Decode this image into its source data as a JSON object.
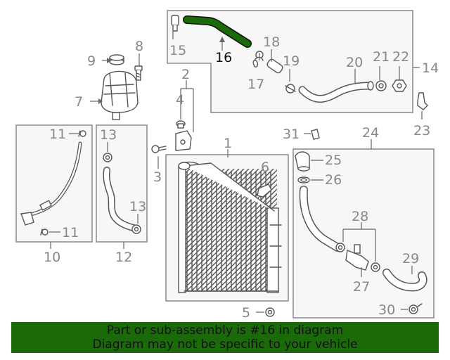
{
  "diagram": {
    "highlight_color": "#1b6a0a",
    "callouts": [
      {
        "id": "1",
        "label": "1"
      },
      {
        "id": "2",
        "label": "2"
      },
      {
        "id": "3",
        "label": "3"
      },
      {
        "id": "4",
        "label": "4"
      },
      {
        "id": "5",
        "label": "5"
      },
      {
        "id": "6",
        "label": "6"
      },
      {
        "id": "7",
        "label": "7"
      },
      {
        "id": "8",
        "label": "8"
      },
      {
        "id": "9",
        "label": "9"
      },
      {
        "id": "10",
        "label": "10"
      },
      {
        "id": "11a",
        "label": "11"
      },
      {
        "id": "11b",
        "label": "11"
      },
      {
        "id": "12",
        "label": "12"
      },
      {
        "id": "13a",
        "label": "13"
      },
      {
        "id": "13b",
        "label": "13"
      },
      {
        "id": "14",
        "label": "14"
      },
      {
        "id": "15",
        "label": "15"
      },
      {
        "id": "16",
        "label": "16"
      },
      {
        "id": "17",
        "label": "17"
      },
      {
        "id": "18",
        "label": "18"
      },
      {
        "id": "19",
        "label": "19"
      },
      {
        "id": "20",
        "label": "20"
      },
      {
        "id": "21",
        "label": "21"
      },
      {
        "id": "22",
        "label": "22"
      },
      {
        "id": "23",
        "label": "23"
      },
      {
        "id": "24",
        "label": "24"
      },
      {
        "id": "25",
        "label": "25"
      },
      {
        "id": "26",
        "label": "26"
      },
      {
        "id": "27",
        "label": "27"
      },
      {
        "id": "28",
        "label": "28"
      },
      {
        "id": "29",
        "label": "29"
      },
      {
        "id": "30",
        "label": "30"
      },
      {
        "id": "31",
        "label": "31"
      }
    ],
    "highlighted_callout": "16"
  },
  "banner": {
    "line1": "Part or sub-assembly is #16 in diagram",
    "line2": "Diagram may not be specific to your vehicle",
    "background": "#1b6a0a"
  }
}
